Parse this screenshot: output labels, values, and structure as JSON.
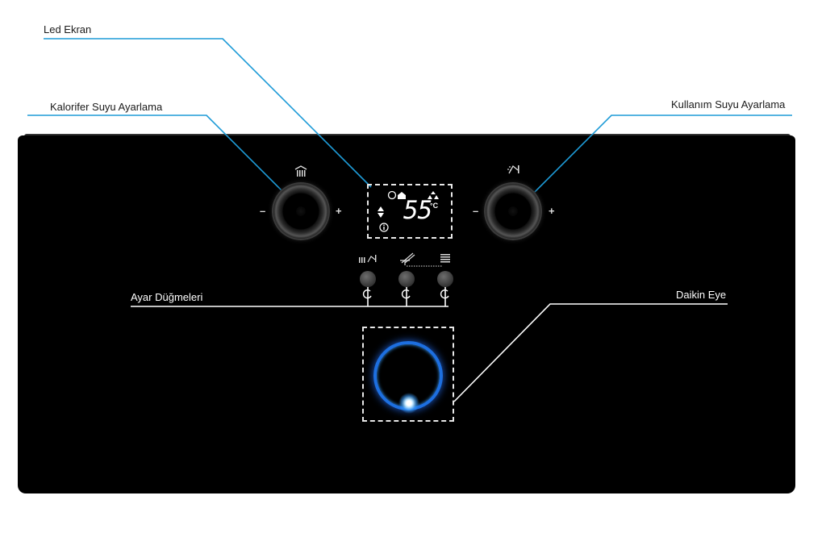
{
  "labels": {
    "led_ekran": "Led Ekran",
    "kalorifer": "Kalorifer Suyu Ayarlama",
    "kullanim": "Kullanım Suyu Ayarlama",
    "ayar": "Ayar Düğmeleri",
    "daikin_eye": "Daikin Eye"
  },
  "display": {
    "temperature": "55",
    "unit": "°C"
  },
  "knobs": {
    "minus": "–",
    "plus": "+"
  },
  "colors": {
    "leader_line": "#1e9bd7",
    "panel": "#000000",
    "eye_glow": "#1d6fe0"
  },
  "icons": [
    "radiator-icon",
    "shower-icon",
    "info-icon",
    "arrow-up-down-icon",
    "flame-icon",
    "reset-icon"
  ]
}
